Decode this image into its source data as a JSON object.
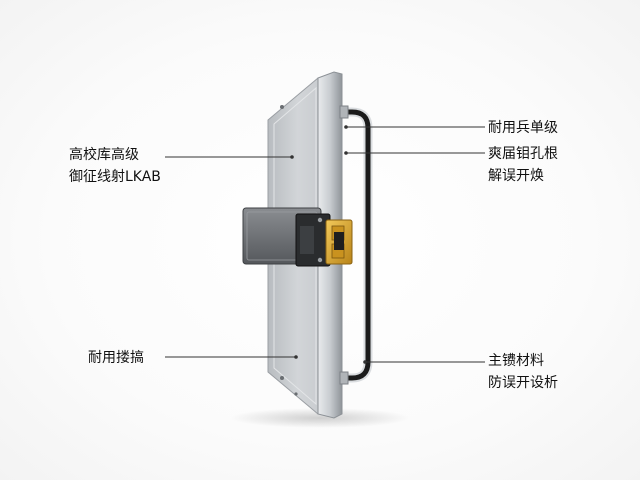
{
  "callouts": {
    "top_left": {
      "line1": "高校库高级",
      "line2": "御征线射LKAB"
    },
    "bottom_left": {
      "line1": "耐用搂搞"
    },
    "top_right_1": {
      "line1": "耐用兵单级"
    },
    "top_right_2": {
      "line1": "爽届钼孔根",
      "line2": "解误开焕"
    },
    "bottom_right": {
      "line1": "主镄材料",
      "line2": "防误开设析"
    }
  },
  "colors": {
    "panel": "#c9ccd0",
    "frame": "#9ea3a8",
    "handle": "#1a1a1a",
    "lock_body": "#6e7175",
    "brass": "#d9a62e",
    "leader_line": "#333333"
  }
}
